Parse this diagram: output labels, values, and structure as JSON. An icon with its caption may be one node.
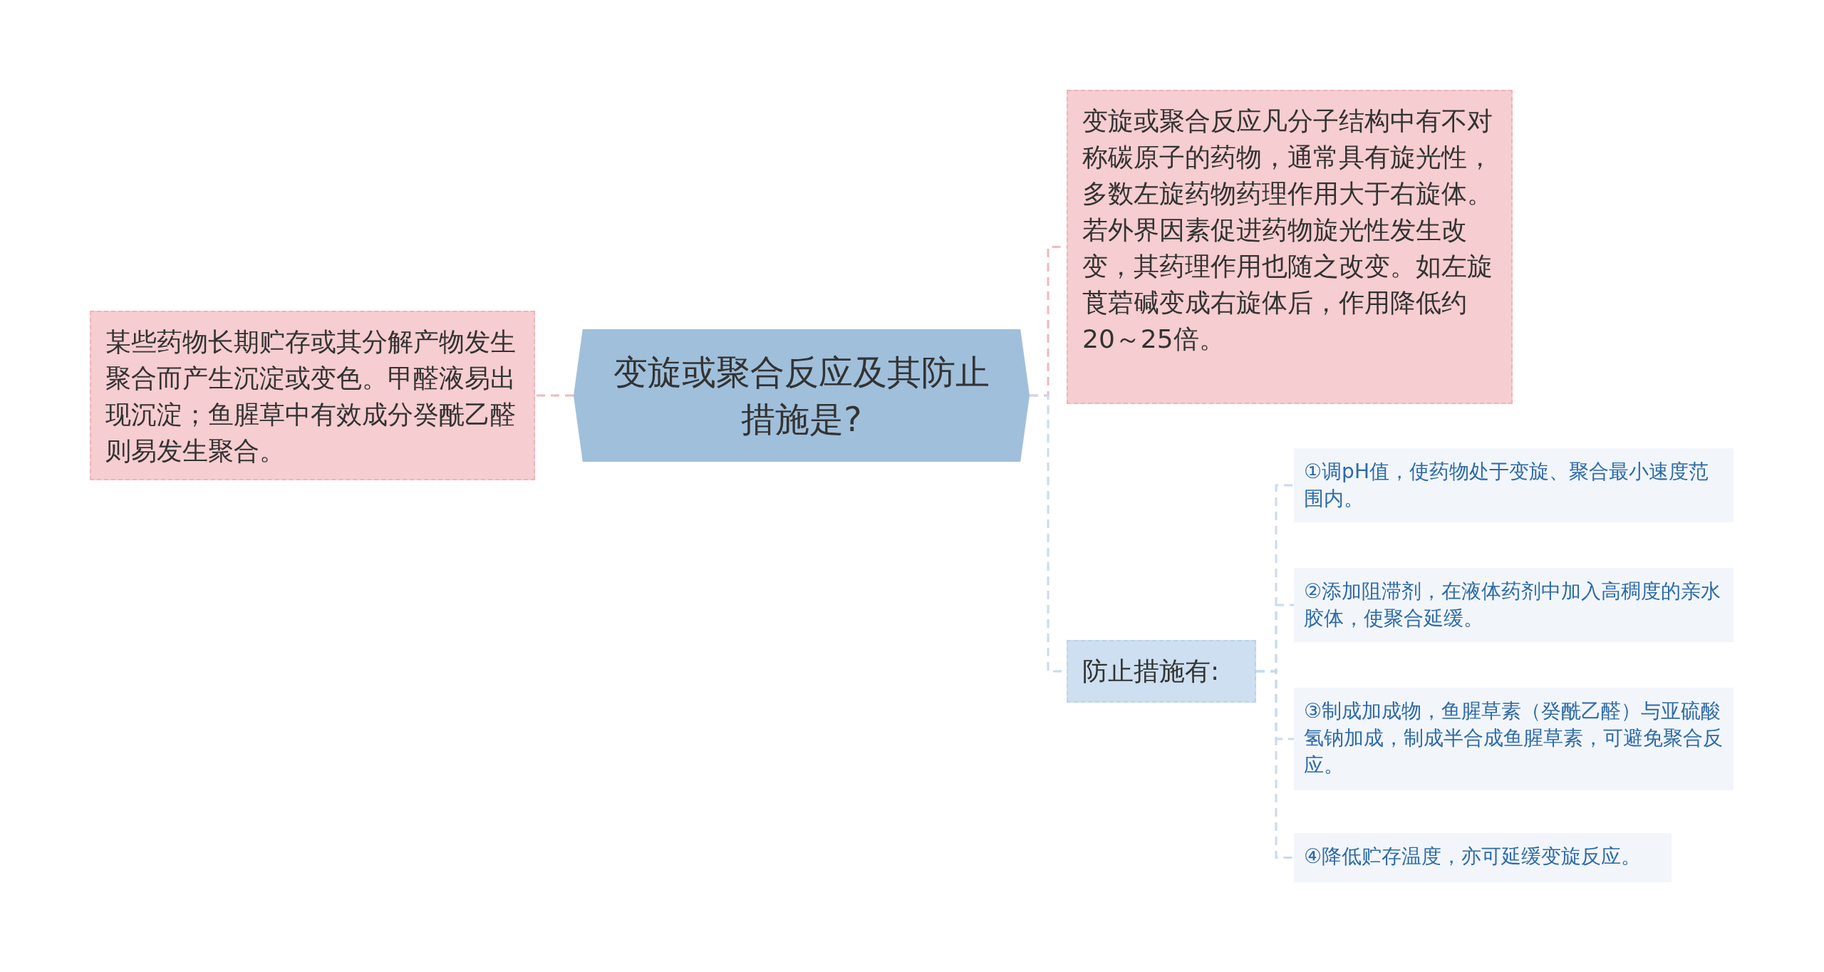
{
  "diagram": {
    "nodes": [
      {
        "text": [
          "变旋或聚合反应及其防止措施是?"
        ]
      },
      {
        "text": [
          "某些药物长期贮存或其分解产物发生聚合而产生沉淀或变色。甲醛液易出现沉淀；鱼腥草中有效成分癸酰乙醛则易发生聚合。"
        ]
      },
      {
        "text": [
          "变旋或聚合反应凡分子结构中有不对称碳原子的药物，通常具有旋光性，多数左旋药物药理作用大于右旋体。若外界因素促进药物旋光性发生改变，其药理作用也随之改变。如左旋莨菪碱变成右旋体后，作用降低约20～25倍。"
        ]
      },
      {
        "text": [
          "防止措施有:"
        ]
      },
      {
        "text": [
          "①调pH值，使药物处于变旋、聚合最小速度范围内。"
        ]
      },
      {
        "text": [
          "②添加阻滞剂，在液体药剂中加入高稠度的亲水胶体，使聚合延缓。"
        ]
      },
      {
        "text": [
          "③制成加成物，鱼腥草素（癸酰乙醛）与亚硫酸氢钠加成，制成半合成鱼腥草素，可避免聚合反应。"
        ]
      },
      {
        "text": [
          "④降低贮存温度，亦可延缓变旋反应。"
        ]
      }
    ],
    "edges": [
      {
        "from": 0,
        "to": 1,
        "arrow": "none",
        "color": "#f2b8bd"
      },
      {
        "from": 0,
        "to": 2,
        "arrow": "none",
        "color": "#f2b8bd"
      },
      {
        "from": 0,
        "to": 3,
        "arrow": "none"
      },
      {
        "from": 3,
        "to": 4,
        "arrow": "none"
      },
      {
        "from": 3,
        "to": 5,
        "arrow": "none"
      },
      {
        "from": 3,
        "to": 6,
        "arrow": "none"
      },
      {
        "from": 3,
        "to": 7,
        "arrow": "none"
      }
    ]
  }
}
